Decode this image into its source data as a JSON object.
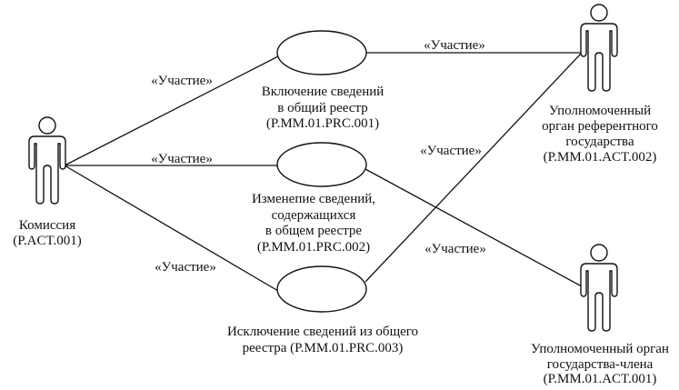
{
  "relation_label": "«Участие»",
  "actors": {
    "commission": {
      "lines": [
        "Комиссия",
        "(P.ACT.001)"
      ]
    },
    "reference_state": {
      "lines": [
        "Уполномоченный",
        "орган референтного",
        "государства",
        "(P.MM.01.ACT.002)"
      ]
    },
    "member_state": {
      "lines": [
        "Уполномоченный орган",
        "государства-члена",
        "(P.MM.01.ACT.001)"
      ]
    }
  },
  "use_cases": {
    "uc1": {
      "lines": [
        "Включение сведений",
        "в общий реестр",
        "(P.MM.01.PRC.001)"
      ]
    },
    "uc2": {
      "lines": [
        "Изменепие сведений,",
        "содержащихся",
        "в общем реестре",
        "(P.MM.01.PRC.002)"
      ]
    },
    "uc3": {
      "lines": [
        "Исключение сведений из общего",
        "реестра (P.MM.01.PRC.003)"
      ]
    }
  },
  "associations": [
    {
      "from": "commission",
      "to": "uc1",
      "label": "«Участие»"
    },
    {
      "from": "commission",
      "to": "uc2",
      "label": "«Участие»"
    },
    {
      "from": "commission",
      "to": "uc3",
      "label": "«Участие»"
    },
    {
      "from": "uc1",
      "to": "reference_state",
      "label": "«Участие»"
    },
    {
      "from": "uc3",
      "to": "reference_state",
      "label": "«Участие»"
    },
    {
      "from": "uc2",
      "to": "member_state",
      "label": "«Участие»"
    }
  ]
}
